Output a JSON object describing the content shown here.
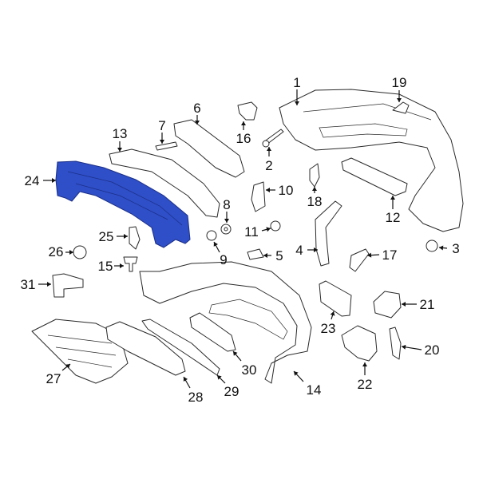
{
  "diagram": {
    "title": "Rear bumper parts diagram",
    "highlight_color": "#2f4fc8",
    "highlighted_part": "24",
    "callouts": [
      "1",
      "2",
      "3",
      "4",
      "5",
      "6",
      "7",
      "8",
      "9",
      "10",
      "11",
      "12",
      "13",
      "14",
      "15",
      "16",
      "17",
      "18",
      "19",
      "20",
      "21",
      "22",
      "23",
      "24",
      "25",
      "26",
      "27",
      "28",
      "29",
      "30",
      "31"
    ]
  }
}
